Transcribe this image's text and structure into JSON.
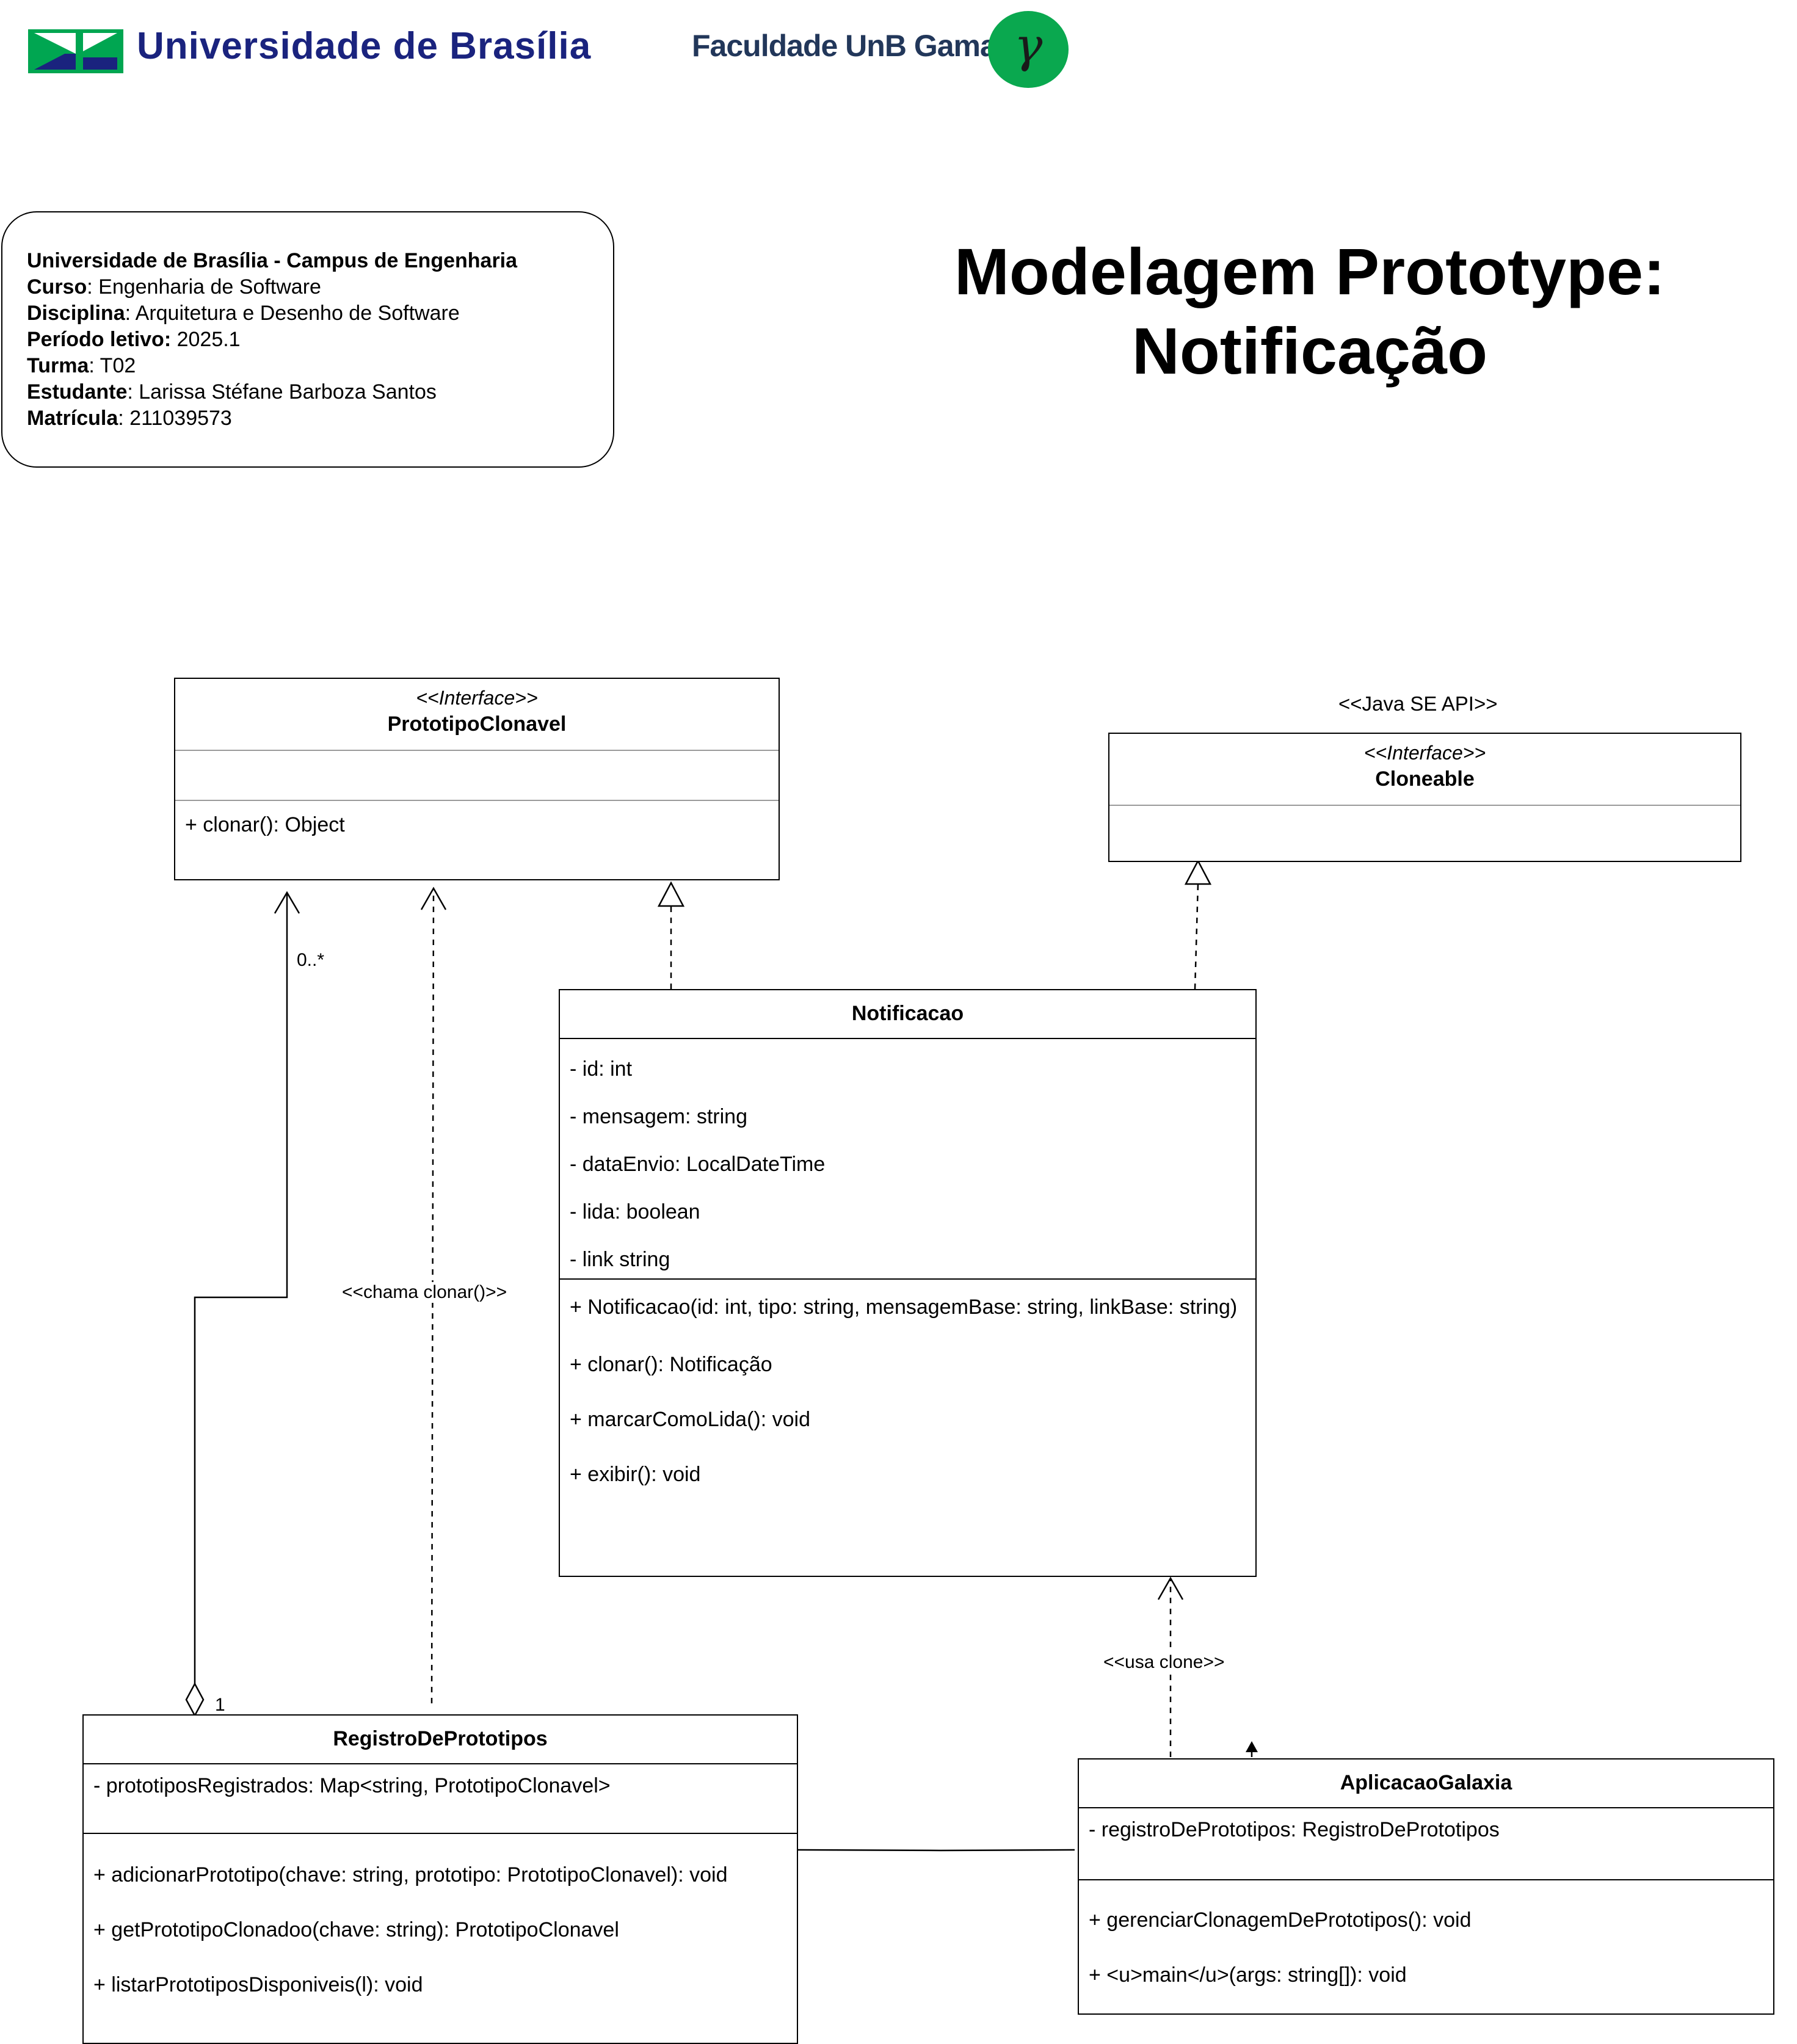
{
  "header": {
    "unb_logo_text": "Universidade de Brasília",
    "fga_logo_text": "Faculdade UnB Gama",
    "fga_symbol": "γ",
    "colors": {
      "unb_green": "#00a651",
      "unb_blue": "#1a237e",
      "fga_green": "#0aa84f"
    }
  },
  "info": {
    "institution": "Universidade de Brasília - Campus de Engenharia",
    "curso_label": "Curso",
    "curso": "Engenharia de Software",
    "disciplina_label": "Disciplina",
    "disciplina": "Arquitetura e Desenho de Software",
    "periodo_label": "Período letivo:",
    "periodo": "2025.1",
    "turma_label": "Turma",
    "turma": "T02",
    "estudante_label": "Estudante",
    "estudante": "Larissa Stéfane Barboza Santos",
    "matricula_label": "Matrícula",
    "matricula": "211039573"
  },
  "title": {
    "line1": "Modelagem Prototype:",
    "line2": "Notificação"
  },
  "classes": {
    "prototipo": {
      "stereotype": "<<Interface>>",
      "name": "PrototipoClonavel",
      "methods": [
        "+ clonar(): Object"
      ]
    },
    "cloneable": {
      "package_label": "<<Java SE API>>",
      "stereotype": "<<Interface>>",
      "name": "Cloneable"
    },
    "notificacao": {
      "name": "Notificacao",
      "attributes": [
        "- id: int",
        "- mensagem: string",
        "- dataEnvio: LocalDateTime",
        "- lida: boolean",
        "- link string"
      ],
      "methods": [
        "+ Notificacao(id: int, tipo: string, mensagemBase: string, linkBase: string)",
        "+ clonar(): Notificação",
        "+ marcarComoLida(): void",
        "+ exibir(): void"
      ]
    },
    "registro": {
      "name": "RegistroDePrototipos",
      "attributes": [
        "- prototiposRegistrados: Map<string, PrototipoClonavel>"
      ],
      "methods": [
        "+ adicionarPrototipo(chave: string, prototipo: PrototipoClonavel): void",
        "+ getPrototipoClonadoo(chave: string): PrototipoClonavel",
        "+ listarPrototiposDisponiveis(l): void"
      ]
    },
    "aplicacao": {
      "name": "AplicacaoGalaxia",
      "attributes": [
        "- registroDePrototipos: RegistroDePrototipos"
      ],
      "methods": [
        "+ gerenciarClonagemDePrototipos(): void",
        "+ <u>main</u>(args: string[]): void"
      ]
    }
  },
  "relations": {
    "aggregation_multiplicity_target": "0..*",
    "aggregation_multiplicity_source": "1",
    "chama_clonar": "<<chama clonar()>>",
    "usa_clone": "<<usa clone>>"
  }
}
